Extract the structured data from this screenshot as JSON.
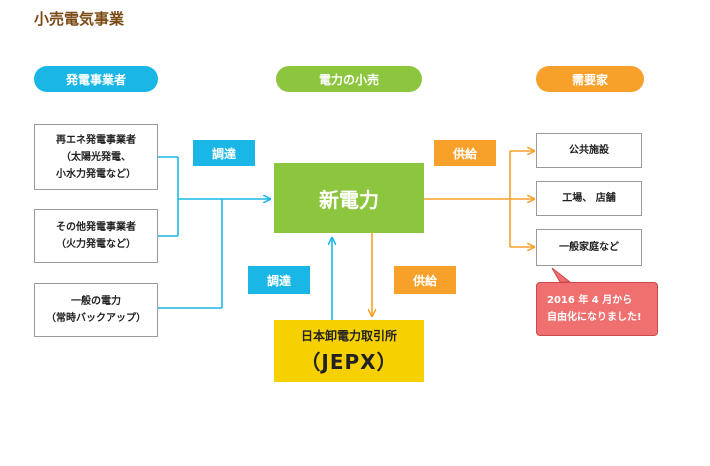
{
  "title": "小売電気事業",
  "headers": {
    "left": "発電事業者",
    "center": "電力の小売",
    "right": "需要家"
  },
  "generators": [
    {
      "lines": [
        "再エネ発電事業者",
        "（太陽光発電、",
        "小水力発電など）"
      ]
    },
    {
      "lines": [
        "その他発電事業者",
        "（火力発電など）"
      ]
    },
    {
      "lines": [
        "一般の電力",
        "（常時バックアップ）"
      ]
    }
  ],
  "labels": {
    "procure_left": "調達",
    "procure_bottom": "調達",
    "supply_right": "供給",
    "supply_bottom": "供給"
  },
  "center": "新電力",
  "jepx": {
    "line1": "日本卸電力取引所",
    "line2": "（JEPX）"
  },
  "consumers": [
    "公共施設",
    "工場、 店舗",
    "一般家庭など"
  ],
  "callout": {
    "line1": "2016 年 4 月から",
    "line2": "自由化になりました!"
  },
  "colors": {
    "blue": "#1ab7e6",
    "green": "#8cc63e",
    "orange": "#f7a02a",
    "yellow": "#f7d000",
    "title_brown": "#7a4a14",
    "callout_red": "#f07070"
  }
}
